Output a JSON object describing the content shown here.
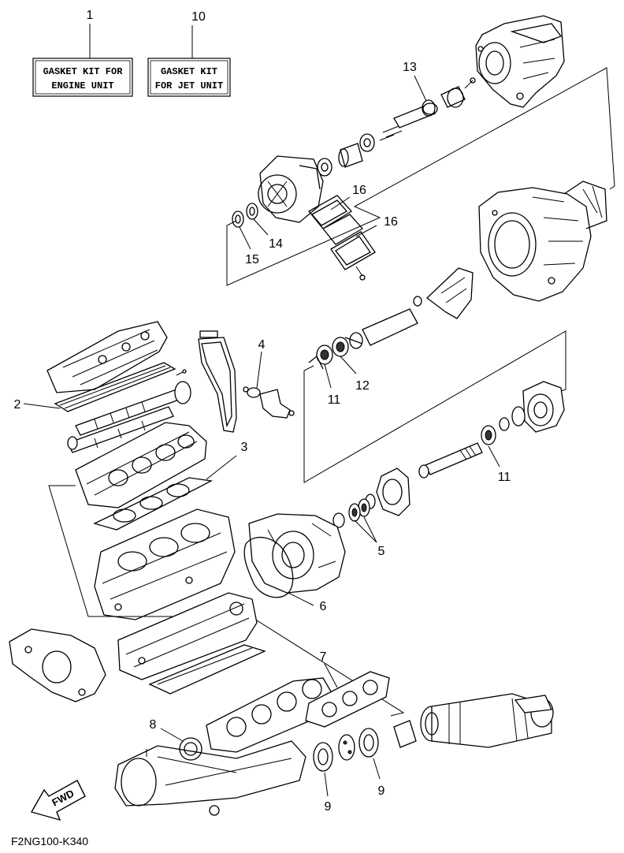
{
  "kits": [
    {
      "num": "1",
      "lines": [
        "GASKET KIT FOR",
        "ENGINE UNIT"
      ]
    },
    {
      "num": "10",
      "lines": [
        "GASKET KIT",
        "FOR JET UNIT"
      ]
    }
  ],
  "callouts": {
    "c2": "2",
    "c3": "3",
    "c4": "4",
    "c5": "5",
    "c6": "6",
    "c7": "7",
    "c8": "8",
    "c9a": "9",
    "c9b": "9",
    "c11a": "11",
    "c11b": "11",
    "c12": "12",
    "c13": "13",
    "c14": "14",
    "c15": "15",
    "c16a": "16",
    "c16b": "16"
  },
  "fwd_label": "FWD",
  "figure_code": "F2NG100-K340"
}
